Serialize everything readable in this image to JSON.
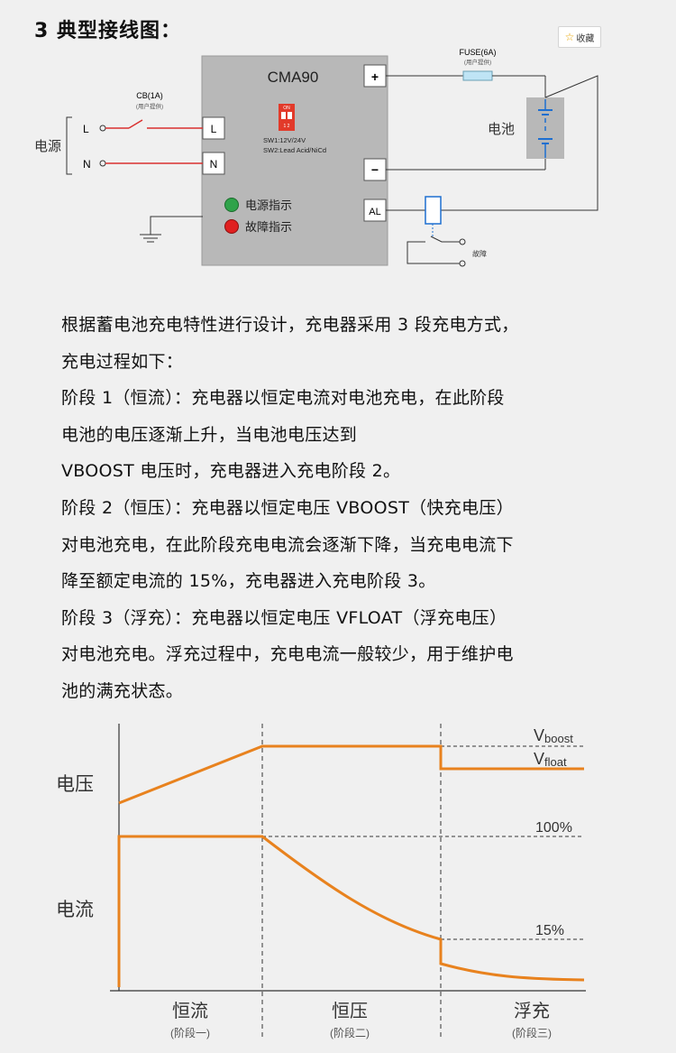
{
  "section_title": "3 典型接线图：",
  "favorite": {
    "label": "收藏",
    "icon": "star-icon"
  },
  "wiring": {
    "device_model": "CMA90",
    "power_label": "电源",
    "live": "L",
    "neutral": "N",
    "cb_label": "CB(1A)",
    "cb_note": "(用户提供)",
    "fuse_label": "FUSE(6A)",
    "fuse_note": "(用户提供)",
    "battery_label": "电池",
    "plus": "+",
    "minus": "−",
    "al": "AL",
    "fault_label": "故障",
    "dip_on": "ON",
    "dip_nums": "1 2",
    "sw1": "SW1:12V/24V",
    "sw2": "SW2:Lead Acid/NiCd",
    "led_power": "电源指示",
    "led_fault": "故障指示",
    "colors": {
      "live_wire": "#d9302f",
      "device": "#b5b5b5",
      "led_green": "#2fa34a",
      "led_red": "#e02020",
      "fuse": "#bfe4f5"
    }
  },
  "description": [
    "根据蓄电池充电特性进行设计，充电器采用 3 段充电方式，",
    "充电过程如下：",
    "阶段 1（恒流）：充电器以恒定电流对电池充电，在此阶段",
    "电池的电压逐渐上升，当电池电压达到",
    "VBOOST 电压时，充电器进入充电阶段 2。",
    "阶段 2（恒压）：充电器以恒定电压 VBOOST（快充电压）",
    "对电池充电，在此阶段充电电流会逐渐下降，当充电电流下",
    "降至额定电流的 15%，充电器进入充电阶段 3。",
    "阶段 3（浮充）：充电器以恒定电压 VFLOAT（浮充电压）",
    "对电池充电。浮充过程中，充电电流一般较少，用于维护电",
    "池的满充状态。"
  ],
  "charge_chart": {
    "voltage_label": "电压",
    "current_label": "电流",
    "v_boost_main": "V",
    "v_boost_sub": "boost",
    "v_float_main": "V",
    "v_float_sub": "float",
    "pct_100": "100%",
    "pct_15": "15%",
    "stages": [
      {
        "name": "恒流",
        "sub": "(阶段一)"
      },
      {
        "name": "恒压",
        "sub": "(阶段二)"
      },
      {
        "name": "浮充",
        "sub": "(阶段三)"
      }
    ],
    "curve_color": "#e8821e"
  }
}
